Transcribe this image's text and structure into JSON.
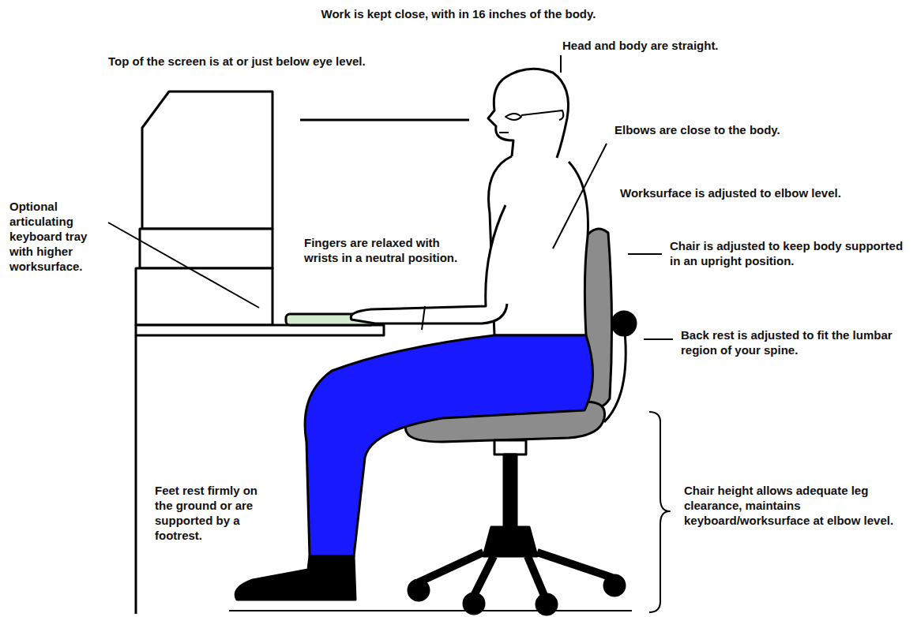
{
  "diagram": {
    "title": "Work is kept close, with in 16 inches of the body.",
    "labels": [
      "Top of the screen is at or just below eye level.",
      "Head and body are straight.",
      "Elbows are close to the body.",
      "Worksurface is adjusted to elbow level.",
      "Chair is adjusted to keep body supported in an upright position.",
      "Back rest is adjusted to fit the lumbar region of your spine.",
      "Optional articulating keyboard tray with higher worksurface.",
      "Fingers are relaxed with wrists in a neutral position.",
      "Feet rest firmly on the ground or are supported by a footrest.",
      "Chair height allows adequate leg clearance, maintains keyboard/worksurface at elbow level."
    ]
  }
}
